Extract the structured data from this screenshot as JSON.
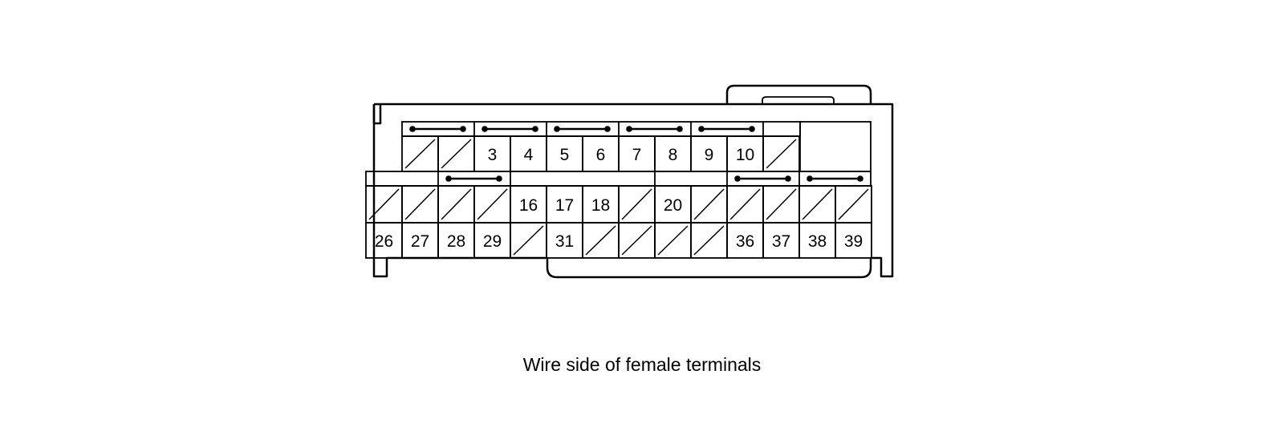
{
  "connector": {
    "view": "Wire side of female terminals",
    "rows": [
      [
        "",
        "",
        "3",
        "4",
        "5",
        "6",
        "7",
        "8",
        "9",
        "10",
        ""
      ],
      [
        "",
        "",
        "",
        "",
        "16",
        "17",
        "18",
        "",
        "20",
        "",
        "",
        "",
        "",
        ""
      ],
      [
        "26",
        "27",
        "28",
        "29",
        "",
        "31",
        "",
        "",
        "",
        "",
        "36",
        "37",
        "38",
        "39"
      ]
    ]
  }
}
